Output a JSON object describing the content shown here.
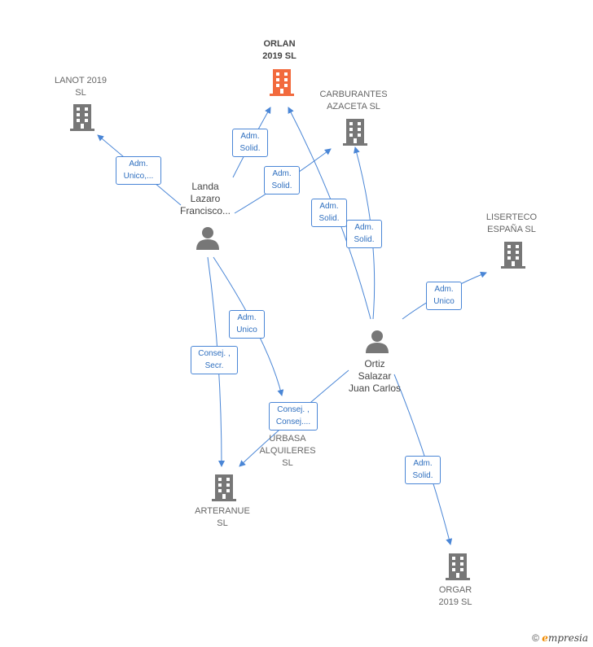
{
  "nodes": {
    "orlan": {
      "line1": "ORLAN",
      "line2": "2019  SL",
      "color": "#f26a3d"
    },
    "lanot": {
      "line1": "LANOT 2019",
      "line2": "SL"
    },
    "carburantes": {
      "line1": "CARBURANTES",
      "line2": "AZACETA SL"
    },
    "liserteco": {
      "line1": "LISERTECO",
      "line2": "ESPAÑA SL"
    },
    "urbasa": {
      "line1": "URBASA",
      "line2": "ALQUILERES",
      "line3": "SL"
    },
    "arteranue": {
      "line1": "ARTERANUE",
      "line2": "SL"
    },
    "orgar": {
      "line1": "ORGAR",
      "line2": "2019  SL"
    },
    "landa": {
      "line1": "Landa",
      "line2": "Lazaro",
      "line3": "Francisco..."
    },
    "ortiz": {
      "line1": "Ortiz",
      "line2": "Salazar",
      "line3": "Juan Carlos"
    }
  },
  "edges": {
    "landa_lanot": {
      "line1": "Adm.",
      "line2": "Unico,..."
    },
    "landa_orlan": {
      "line1": "Adm.",
      "line2": "Solid."
    },
    "landa_carburantes": {
      "line1": "Adm.",
      "line2": "Solid."
    },
    "ortiz_orlan": {
      "line1": "Adm.",
      "line2": "Solid."
    },
    "ortiz_carburantes": {
      "line1": "Adm.",
      "line2": "Solid."
    },
    "ortiz_liserteco": {
      "line1": "Adm.",
      "line2": "Unico"
    },
    "landa_urbasa": {
      "line1": "Adm.",
      "line2": "Unico"
    },
    "landa_arteranue": {
      "line1": "Consej. ,",
      "line2": "Secr."
    },
    "ortiz_arteranue": {
      "line1": "Consej. ,",
      "line2": "Consej...."
    },
    "ortiz_orgar": {
      "line1": "Adm.",
      "line2": "Solid."
    }
  },
  "colors": {
    "edge": "#4a86d6",
    "building": "#777777",
    "person": "#777777",
    "highlight": "#f26a3d"
  },
  "footer": {
    "copyright": "©",
    "brand_first": "e",
    "brand_rest": "mpresia"
  }
}
